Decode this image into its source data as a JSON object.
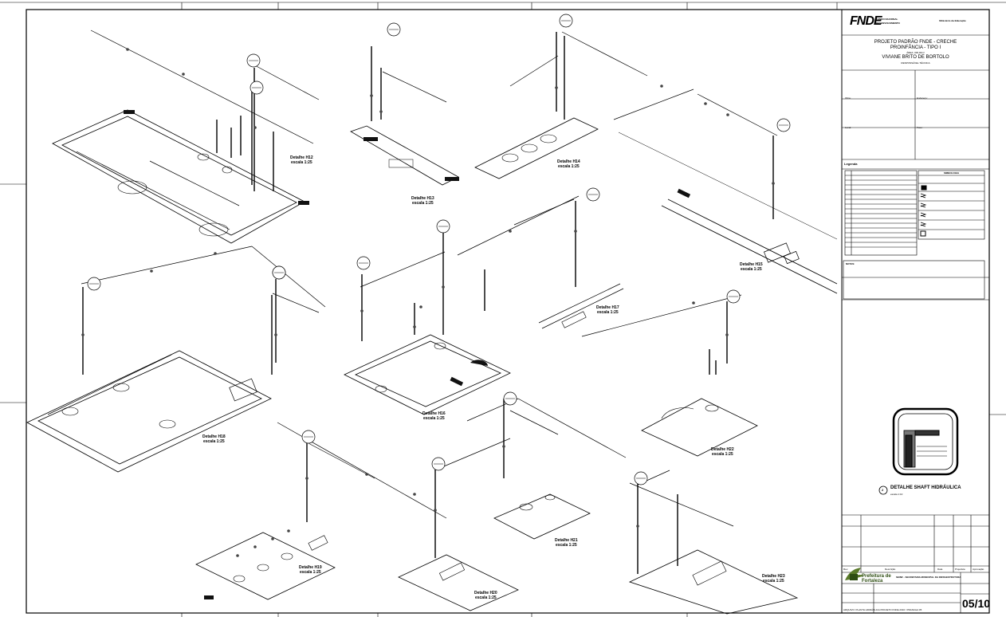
{
  "title_block": {
    "logo": "FNDE",
    "logo_sub_1": "FUNDO NACIONAL",
    "logo_sub_2": "DESENVOLVIMENTO",
    "right_badge": "Ministério da Educação",
    "project_line1": "PROJETO PADRÃO FNDE - CRECHE",
    "project_line2": "PROINFÂNCIA - TIPO I",
    "project_line3": "ÁREA: 000,00m²",
    "project_line4": "VIVIANE BRITO DE BORTOLO",
    "project_line5": "RESPONSÁVEL TÉCNICA",
    "field_a": "Obra:",
    "field_b": "Endereço:",
    "field_c": "Local:",
    "field_d": "Fase:",
    "legend_title": "Legenda",
    "legend_header": "SIMBOLOGIA",
    "notes_title": "NOTAS:",
    "detail_caption_num": "2",
    "detail_caption": "DETALHE SHAFT HIDRÁULICA",
    "detail_caption_scale": "escala 1:10",
    "rev_col1": "Rev.",
    "rev_col2": "Descrição",
    "rev_col3": "Data",
    "rev_col4": "Projetista",
    "rev_col5": "Aprovação",
    "org_logo": "Prefeitura de Fortaleza",
    "org_name": "SEINF - SECRETARIA MUNICIPAL DA INFRAESTRUTURA",
    "sheet_number": "05/10",
    "footer": "ARQUIVO: PLANTA HIDRÁULICA PROJETO FNDE 2016 / PRANCHA 05"
  },
  "details": [
    {
      "name": "Detalhe H12",
      "scale": "escala 1:25"
    },
    {
      "name": "Detalhe H13",
      "scale": "escala 1:25"
    },
    {
      "name": "Detalhe H14",
      "scale": "escala 1:25"
    },
    {
      "name": "Detalhe H15",
      "scale": "escala 1:25"
    },
    {
      "name": "Detalhe H16",
      "scale": "escala 1:25"
    },
    {
      "name": "Detalhe H17",
      "scale": "escala 1:25"
    },
    {
      "name": "Detalhe H18",
      "scale": "escala 1:25"
    },
    {
      "name": "Detalhe H19",
      "scale": "escala 1:25"
    },
    {
      "name": "Detalhe H20",
      "scale": "escala 1:25"
    },
    {
      "name": "Detalhe H21",
      "scale": "escala 1:25"
    },
    {
      "name": "Detalhe H22",
      "scale": "escala 1:25"
    },
    {
      "name": "Detalhe H23",
      "scale": "escala 1:25"
    }
  ]
}
